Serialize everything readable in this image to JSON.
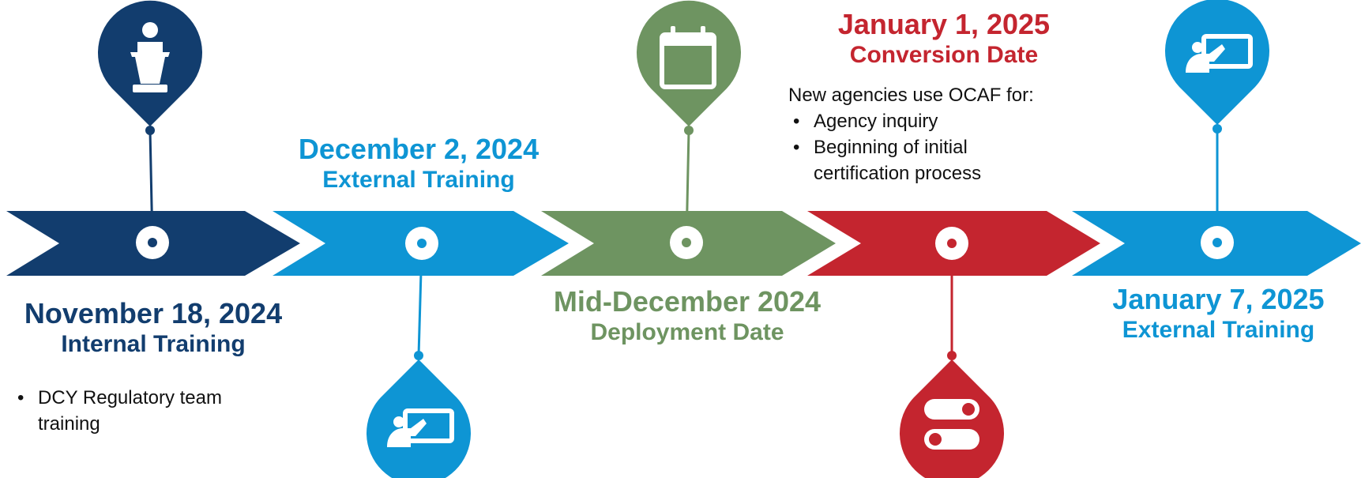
{
  "colors": {
    "navy": "#123d6e",
    "blue": "#0e95d4",
    "green": "#6e9461",
    "red": "#c4252f"
  },
  "milestones": [
    {
      "date": "November 18, 2024",
      "subtitle": "Internal Training",
      "color": "#123d6e",
      "icon": "podium-icon",
      "notes": [
        "DCY Regulatory team training"
      ]
    },
    {
      "date": "December 2, 2024",
      "subtitle": "External Training",
      "color": "#0e95d4",
      "icon": "presentation-board-icon"
    },
    {
      "date": "Mid-December 2024",
      "subtitle": "Deployment Date",
      "color": "#6e9461",
      "icon": "calendar-icon"
    },
    {
      "date": "January 1, 2025",
      "subtitle": "Conversion Date",
      "color": "#c4252f",
      "icon": "toggle-switch-icon",
      "intro": "New agencies use OCAF for:",
      "notes": [
        "Agency inquiry",
        "Beginning of initial certification process"
      ]
    },
    {
      "date": "January 7, 2025",
      "subtitle": "External Training",
      "color": "#0e95d4",
      "icon": "presentation-board-icon"
    }
  ]
}
